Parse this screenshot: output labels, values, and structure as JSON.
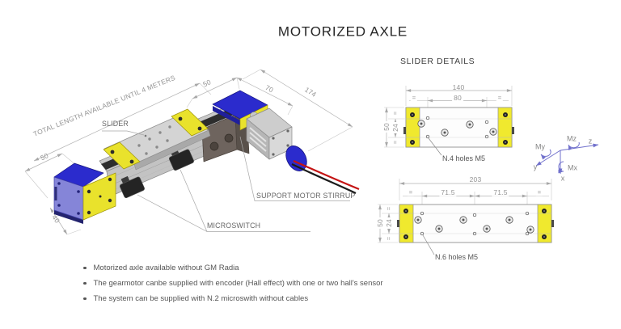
{
  "title": "MOTORIZED AXLE",
  "colors": {
    "accent_blue": "#2b2bcd",
    "accent_yellow": "#e9e22c",
    "wire_red": "#c41414",
    "dim_line_gray": "#b3b3b3",
    "label_gray": "#666666"
  },
  "iso": {
    "banner": "TOTAL LENGTH AVAILABLE UNTIL 4 METERS",
    "dims": {
      "slider_width": "50",
      "end_height": "40",
      "head_width": "50",
      "motor_offset": "70",
      "motor_length": "174"
    },
    "labels": {
      "slider": "SLIDER",
      "support": "SUPPORT MOTOR STIRRUP",
      "microswitch": "MICROSWITCH"
    }
  },
  "details": {
    "heading": "SLIDER DETAILS",
    "top": {
      "width": "140",
      "span": "80",
      "eq": "=",
      "height": "50",
      "inner": "24",
      "note": "N.4 holes M5"
    },
    "bottom": {
      "width": "203",
      "span_a": "71.5",
      "span_b": "71.5",
      "eq": "=",
      "height": "50",
      "inner": "24",
      "note": "N.6 holes M5"
    }
  },
  "axes": {
    "mz": "Mz",
    "z": "z",
    "my": "My",
    "y": "y",
    "mx": "Mx",
    "x": "x"
  },
  "notes": [
    "Motorized axle available without GM Radia",
    "The gearmotor canbe supplied with encoder (Hall effect) with one or two hall's sensor",
    "The system can be supplied with N.2 microswith without cables"
  ]
}
